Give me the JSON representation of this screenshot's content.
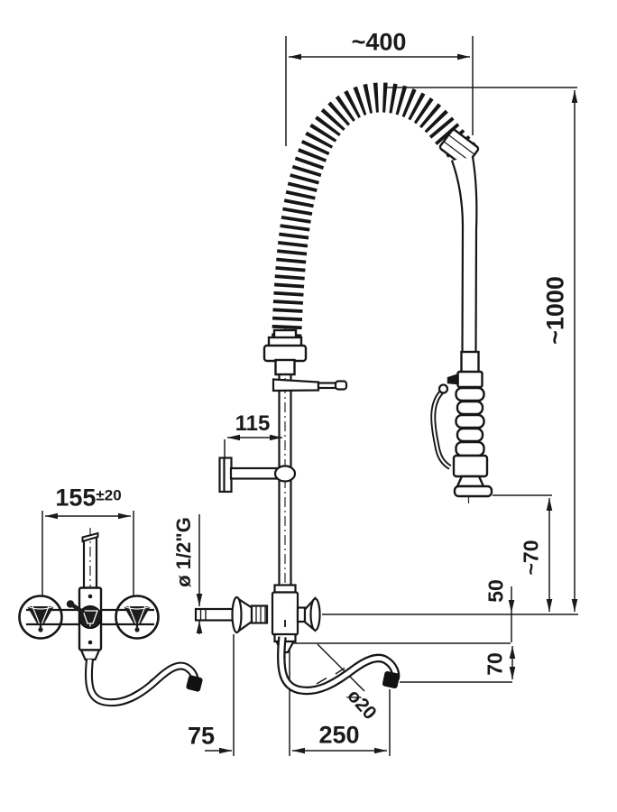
{
  "drawing": {
    "title": "pre-rinse-unit-technical-drawing",
    "dimensions": {
      "hose_arch_width": "~400",
      "overall_height": "~1000",
      "gun_to_outlet": "~70",
      "tee_to_spout": "50",
      "spout_drop": "70",
      "bracket_offset": "115",
      "handle_spacing": "155",
      "handle_spacing_tolerance": "±20",
      "wall_offset": "75",
      "spout_reach": "250",
      "spout_pipe_diameter": "ø20",
      "inlet_thread": "ø 1/2\"G"
    }
  }
}
